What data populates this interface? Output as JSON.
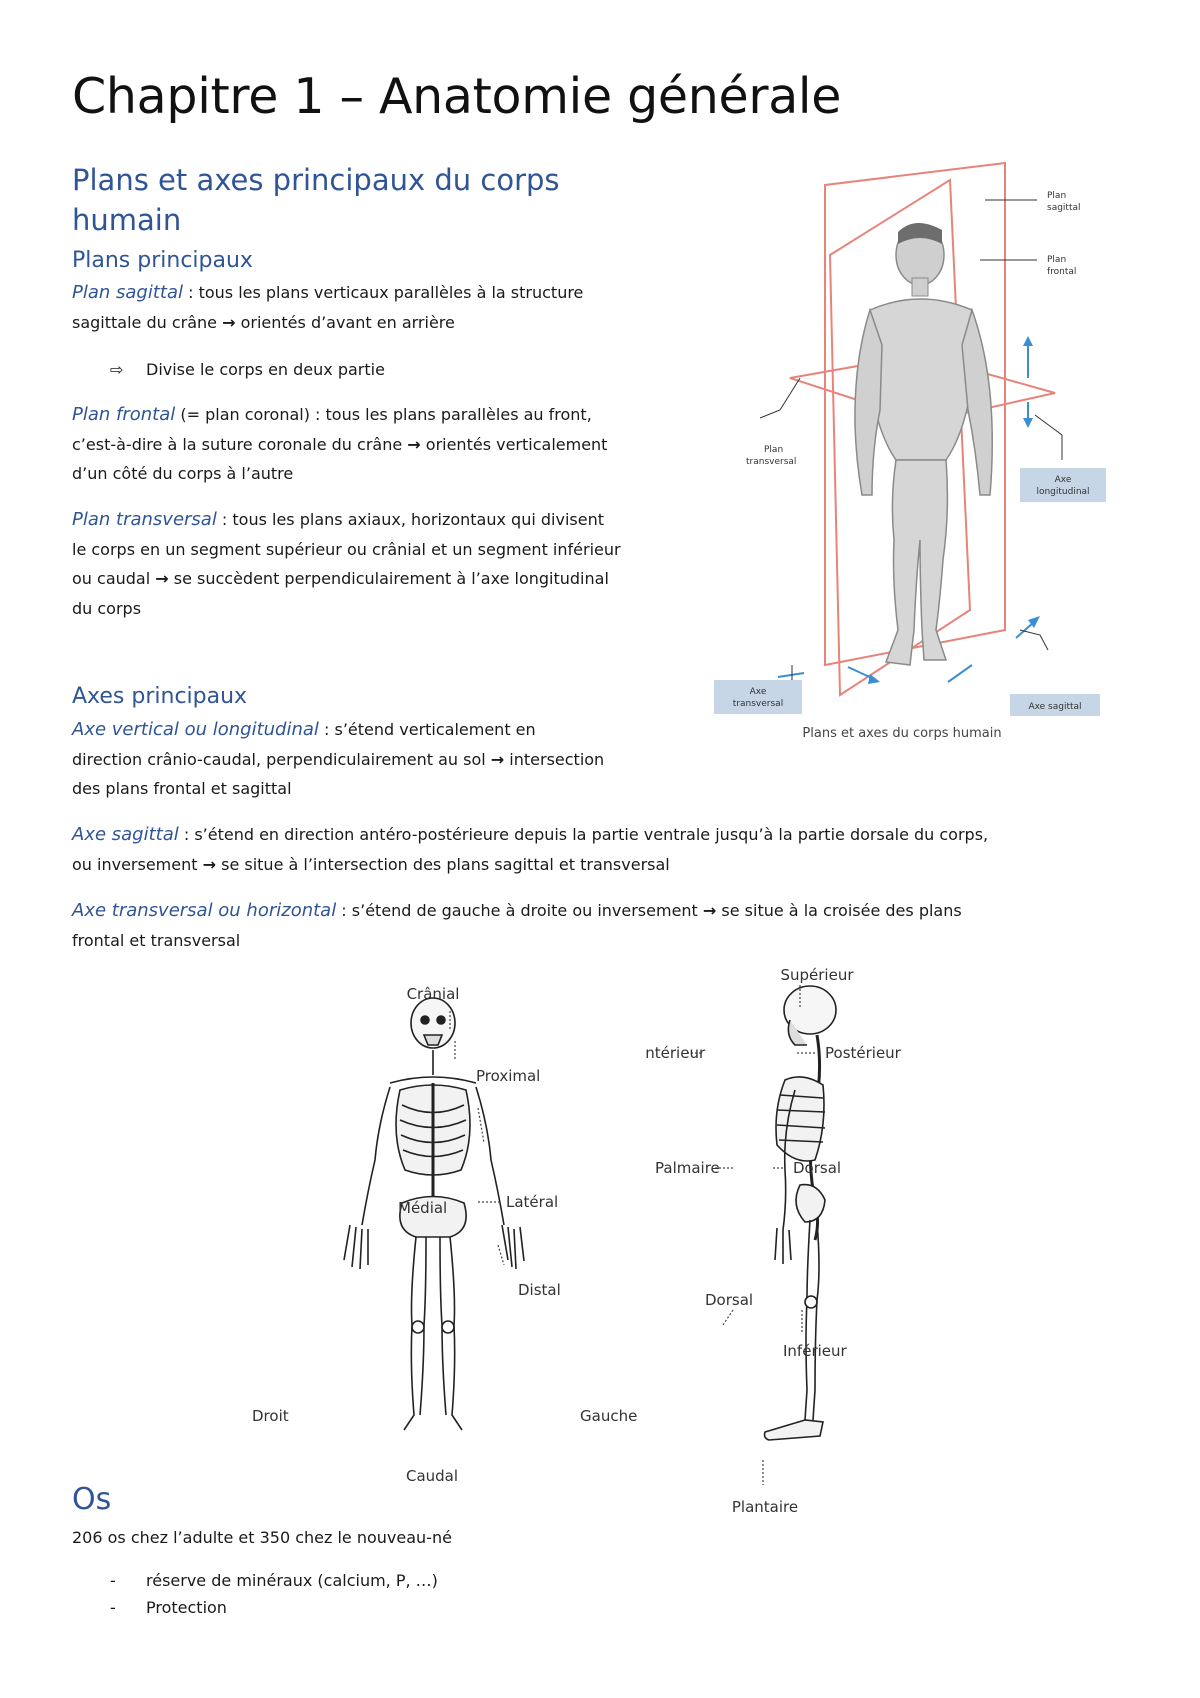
{
  "title": "Chapitre 1 – Anatomie générale",
  "section1": {
    "heading": "Plans et axes principaux du corps humain",
    "sub_plans": "Plans principaux",
    "plan_sagittal": {
      "term": "Plan sagittal",
      "line1": " : tous les plans verticaux parallèles à la structure",
      "line2a": "sagittale du crâne ",
      "arrow": "→",
      "line2b": " orientés d’avant en arrière"
    },
    "bullet_marker": "⇨",
    "bullet_text": "Divise le corps en deux partie",
    "plan_frontal": {
      "term": "Plan frontal",
      "line1": " (= plan coronal) : tous les plans parallèles au front,",
      "line2a": "c’est-à-dire à la suture coronale du crâne ",
      "arrow": "→",
      "line2b": " orientés verticalement",
      "line3": "d’un côté du corps à l’autre"
    },
    "plan_transversal": {
      "term": "Plan transversal",
      "line1": " : tous les plans axiaux, horizontaux qui divisent",
      "line2": "le corps en un segment supérieur ou crânial et un segment inférieur",
      "line3a": "ou caudal ",
      "arrow": "→",
      "line3b": " se succèdent perpendiculairement à l’axe longitudinal",
      "line4": "du corps"
    },
    "sub_axes": "Axes principaux",
    "axe_vertical": {
      "term": "Axe vertical ou longitudinal",
      "line1": " : s’étend verticalement en",
      "line2a": "direction crânio-caudal, perpendiculairement au sol ",
      "arrow": "→",
      "line2b": " intersection",
      "line3": "des plans frontal et sagittal"
    },
    "axe_sagittal": {
      "term": "Axe sagittal",
      "line1": " : s’étend en direction antéro-postérieure depuis la partie ventrale jusqu’à la partie dorsale du corps,",
      "line2a": "ou inversement ",
      "arrow": "→",
      "line2b": " se situe à l’intersection des plans sagittal et transversal"
    },
    "axe_transversal": {
      "term": "Axe transversal ou horizontal",
      "line1a": " : s’étend de gauche à droite ou inversement ",
      "arrow": "→",
      "line1b": " se situe à la croisée des plans",
      "line2": "frontal et transversal"
    }
  },
  "figure1": {
    "plan_sagittal": [
      "Plan",
      "sagittal"
    ],
    "plan_frontal": [
      "Plan",
      "frontal"
    ],
    "plan_transversal": [
      "Plan",
      "transversal"
    ],
    "axe_longitudinal": [
      "Axe",
      "longitudinal"
    ],
    "axe_transversal": [
      "Axe",
      "transversal"
    ],
    "axe_sagittal": "Axe sagittal",
    "caption": "Plans et axes du corps humain",
    "plane_color": "#e8837a",
    "axis_color": "#3b8fd0",
    "label_box_color": "#c6d6e6"
  },
  "figure2": {
    "cranial": "Crânial",
    "proximal": "Proximal",
    "medial": "Médial",
    "lateral": "Latéral",
    "distal": "Distal",
    "droit": "Droit",
    "gauche": "Gauche",
    "caudal": "Caudal"
  },
  "figure3": {
    "superieur": "Supérieur",
    "anterieur": "Antérieur",
    "posterieur": "Postérieur",
    "palmaire": "Palmaire",
    "dorsal_hand": "Dorsal",
    "dorsal_foot": "Dorsal",
    "inferieur": "Inférieur",
    "plantaire": "Plantaire"
  },
  "section_os": {
    "heading": "Os",
    "intro": "206 os chez l’adulte et 350 chez le nouveau-né",
    "items": [
      "réserve de minéraux (calcium, P, …)",
      "Protection"
    ]
  }
}
